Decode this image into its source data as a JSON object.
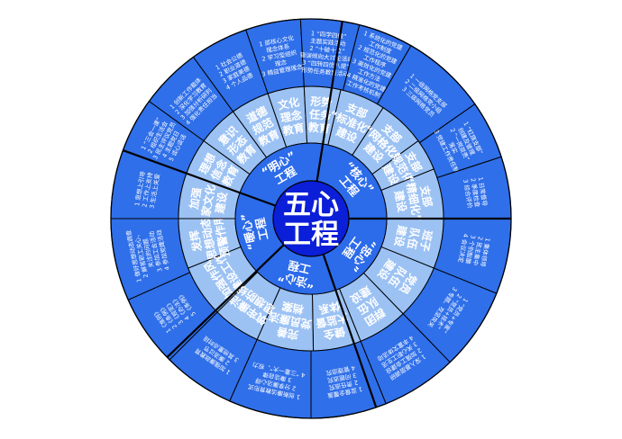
{
  "title": {
    "line1": "五心",
    "line2": "工程"
  },
  "colors": {
    "center": "#0b1ed8",
    "inner": "#2c6bea",
    "middle": "#9cc2f4",
    "outer": "#2f6fe9",
    "line": "#000000"
  },
  "inner": [
    {
      "lines": [
        "“忠心”",
        "工程"
      ]
    },
    {
      "lines": [
        "“洁心”",
        "工程"
      ]
    },
    {
      "lines": [
        "“暖心”",
        "工程"
      ]
    },
    {
      "lines": [
        "“明心”",
        "工程"
      ]
    },
    {
      "lines": [
        "“核心”",
        "工程"
      ]
    }
  ],
  "middle": [
    {
      "lines": [
        "班子",
        "队伍",
        "建设"
      ]
    },
    {
      "lines": [
        "党员",
        "队伍",
        "建设"
      ]
    },
    {
      "lines": [
        "群团",
        "队伍",
        "建设"
      ]
    },
    {
      "lines": [
        "健全",
        "大监督",
        "体系"
      ]
    },
    {
      "lines": [
        "完善",
        "党员廉洁",
        "档案"
      ]
    },
    {
      "lines": [
        "筑牢廉洁",
        "思想防线"
      ]
    },
    {
      "lines": [
        "加强作风",
        "建设工作"
      ]
    },
    {
      "lines": [
        "发挥",
        "思想动态",
        "预警作用"
      ]
    },
    {
      "lines": [
        "加强",
        "家文化",
        "建设"
      ]
    },
    {
      "lines": [
        "理想",
        "信念",
        "教育"
      ]
    },
    {
      "lines": [
        "意识",
        "形态",
        "教育"
      ]
    },
    {
      "lines": [
        "道德",
        "规范",
        "教育"
      ]
    },
    {
      "lines": [
        "文化",
        "理念",
        "教育"
      ]
    },
    {
      "lines": [
        "形势",
        "任务",
        "教育"
      ]
    },
    {
      "lines": [
        "支部",
        "“标准化”",
        "建设"
      ]
    },
    {
      "lines": [
        "支部",
        "“网格化”",
        "建设"
      ]
    },
    {
      "lines": [
        "支部",
        "“规范化”",
        "建设"
      ]
    },
    {
      "lines": [
        "支部",
        "“精细化”",
        "建设"
      ]
    }
  ],
  "outer": [
    {
      "lines": [
        "1 集体领导",
        "2 民主集中",
        "3 个别酝酿",
        "4 会议决定"
      ]
    },
    {
      "lines": [
        "1 “党员+专家”",
        "2 “党员+技术”",
        "3 专题、攻坚攻关"
      ]
    },
    {
      "lines": [
        "1 深入基层调研",
        "2 加强工会建设",
        "3 关心职工生活",
        "4 丰富文体活动"
      ]
    },
    {
      "lines": [
        "1 监督全覆盖",
        "2 责任追究",
        "3 问题追究",
        "4 管理追究"
      ]
    },
    {
      "lines": [
        "1 创新廉洁教育形式",
        "2 分享廉洁心得",
        "3 廉洁自律",
        "4 “三重一大”、权力"
      ]
    },
    {
      "lines": [
        "1 加强廉政教育",
        "2 廉洁过节",
        "3 其他重点时段"
      ]
    },
    {
      "lines": [
        "1《准则》",
        "2《条例》",
        "3《规定》",
        "4《办法》",
        "5《条例》"
      ]
    },
    {
      "lines": [
        "1 做好思想动态调查",
        "2 解答职工关心、",
        "关注的问题",
        "3 参加工会活动",
        "4 参加党建活动"
      ]
    },
    {
      "lines": [
        "1 思想上引导",
        "2 工作上支持",
        "3 生活上关爱"
      ]
    },
    {
      "lines": [
        "1 “三会一课”",
        "2 组织生活会",
        "3 民主评议党员",
        "4 主题党日",
        "5 谈心谈话"
      ]
    },
    {
      "lines": [
        "1 创新工作载体",
        "2 深化学习教育",
        "3 加强分析研判",
        "4 强化责任担当"
      ]
    },
    {
      "lines": [
        "1 社会公德",
        "2 职业道德",
        "3 家庭美德",
        "4 个人品德"
      ]
    },
    {
      "lines": [
        "1 部核心文化",
        "理念体系",
        "2 学习型组织",
        "理念",
        "3 精益管理理念"
      ]
    },
    {
      "lines": [
        "1 “四学四做”",
        "主题实践活动",
        "2 “十破十立”",
        "错误倾向大讨论活动",
        "3 “四转四优八提”",
        "形势任务教育活动"
      ]
    },
    {
      "lines": [
        "1 系统化的党建",
        "工作制度",
        "2 规范化的党建",
        "工作程序",
        "3 高效化的党建",
        "工作方法",
        "4 精准化的党建",
        "工作考核机制"
      ]
    },
    {
      "lines": [
        "1 一级网格党支部",
        "2 二级网格党小组",
        "3 三级网格党员"
      ]
    },
    {
      "lines": [
        "1 “红旗支部”",
        "创建及管理",
        "2 “一岗双责”",
        "落实",
        "3 党建工作责任制"
      ]
    },
    {
      "lines": [
        "1 日常督导",
        "2 季度检查",
        "3 综合评价"
      ]
    }
  ]
}
